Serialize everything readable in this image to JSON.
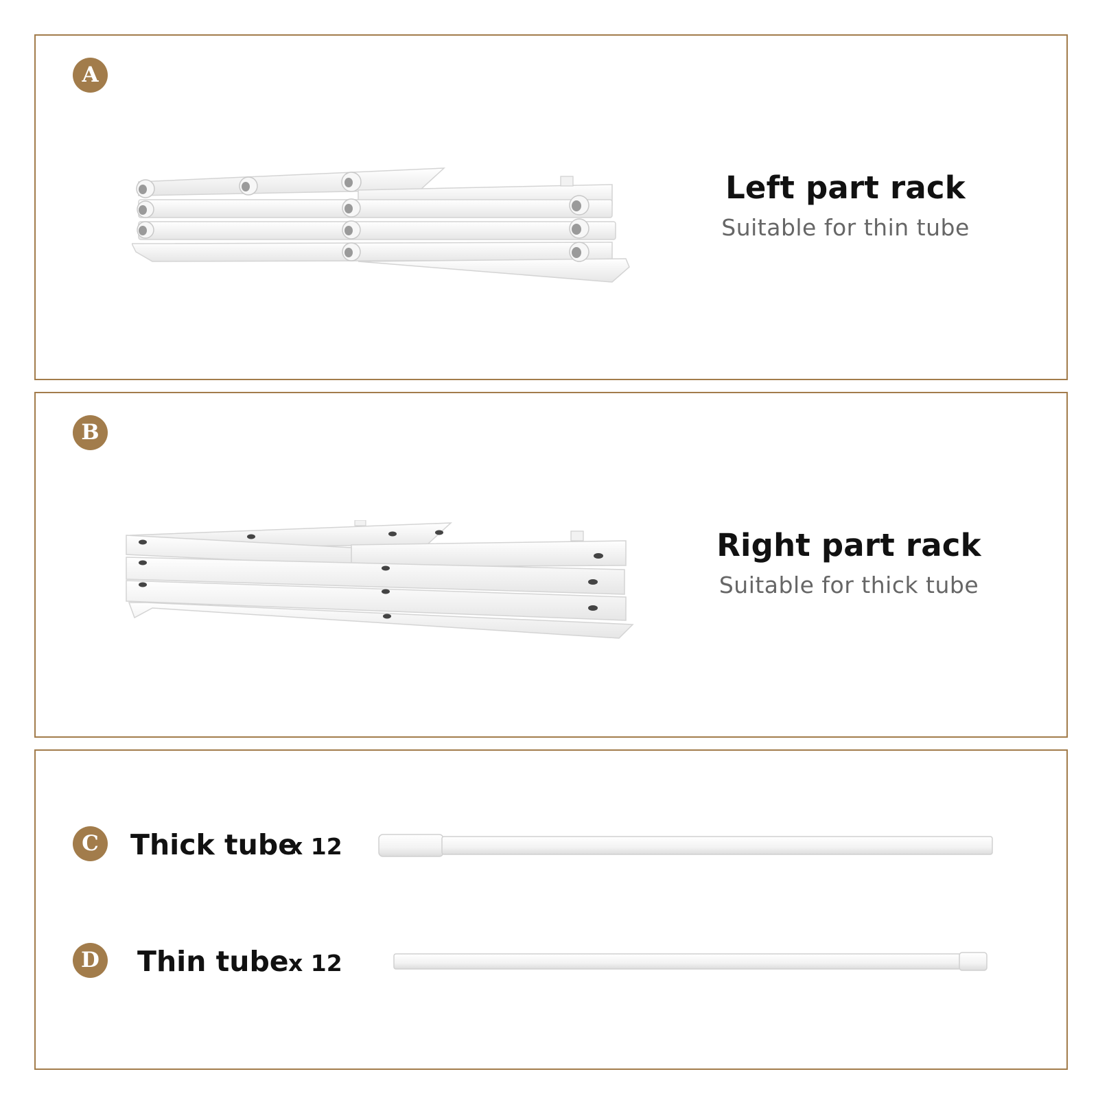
{
  "colors": {
    "accent": "#a27c4b",
    "text": "#111111",
    "subtext": "#666666",
    "part": "#f4f4f4"
  },
  "parts": {
    "a": {
      "badge": "A",
      "title": "Left part rack",
      "subtitle": "Suitable for thin tube",
      "image": "folded-rack-with-round-joints"
    },
    "b": {
      "badge": "B",
      "title": "Right part rack",
      "subtitle": "Suitable for thick tube",
      "image": "folded-rack-with-pin-holes"
    }
  },
  "items": [
    {
      "badge": "C",
      "name": "Thick tube",
      "qty": "x 12",
      "image": "thick-tube"
    },
    {
      "badge": "D",
      "name": "Thin tube",
      "qty": "x 12",
      "image": "thin-tube"
    }
  ]
}
